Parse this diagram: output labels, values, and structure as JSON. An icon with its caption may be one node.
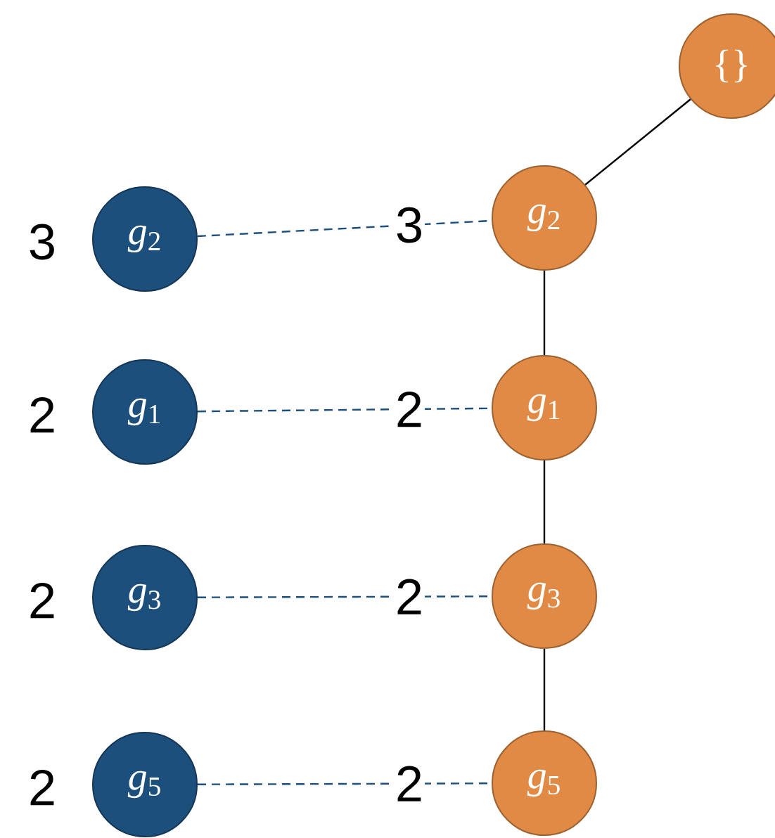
{
  "diagram": {
    "nodes": [
      {
        "text": [
          "{}"
        ]
      },
      {
        "text": [
          "*g*$_{2}$"
        ],
        "beside": [
          "3"
        ]
      },
      {
        "text": [
          "*g*$_{2}$"
        ]
      },
      {
        "text": [
          "*g*$_{1}$"
        ],
        "beside": [
          "2"
        ]
      },
      {
        "text": [
          "*g*$_{1}$"
        ]
      },
      {
        "text": [
          "*g*$_{3}$"
        ],
        "beside": [
          "2"
        ]
      },
      {
        "text": [
          "*g*$_{3}$"
        ]
      },
      {
        "text": [
          "*g*$_{5}$"
        ],
        "beside": [
          "2"
        ]
      },
      {
        "text": [
          "*g*$_{5}$"
        ]
      }
    ],
    "edges": [
      {
        "from": 2,
        "to": 0,
        "arrow": "none"
      },
      {
        "from": 1,
        "to": 2,
        "arrow": "none",
        "label": "3",
        "style": "dashed",
        "color": "#1c4f7c"
      },
      {
        "from": 2,
        "to": 4,
        "arrow": "none"
      },
      {
        "from": 3,
        "to": 4,
        "arrow": "none",
        "label": "2",
        "style": "dashed",
        "color": "#1c4f7c"
      },
      {
        "from": 4,
        "to": 6,
        "arrow": "none"
      },
      {
        "from": 5,
        "to": 6,
        "arrow": "none",
        "label": "2",
        "style": "dashed",
        "color": "#1c4f7c"
      },
      {
        "from": 6,
        "to": 8,
        "arrow": "none"
      },
      {
        "from": 7,
        "to": 8,
        "arrow": "none",
        "label": "2",
        "style": "dashed",
        "color": "#1c4f7c"
      }
    ]
  }
}
